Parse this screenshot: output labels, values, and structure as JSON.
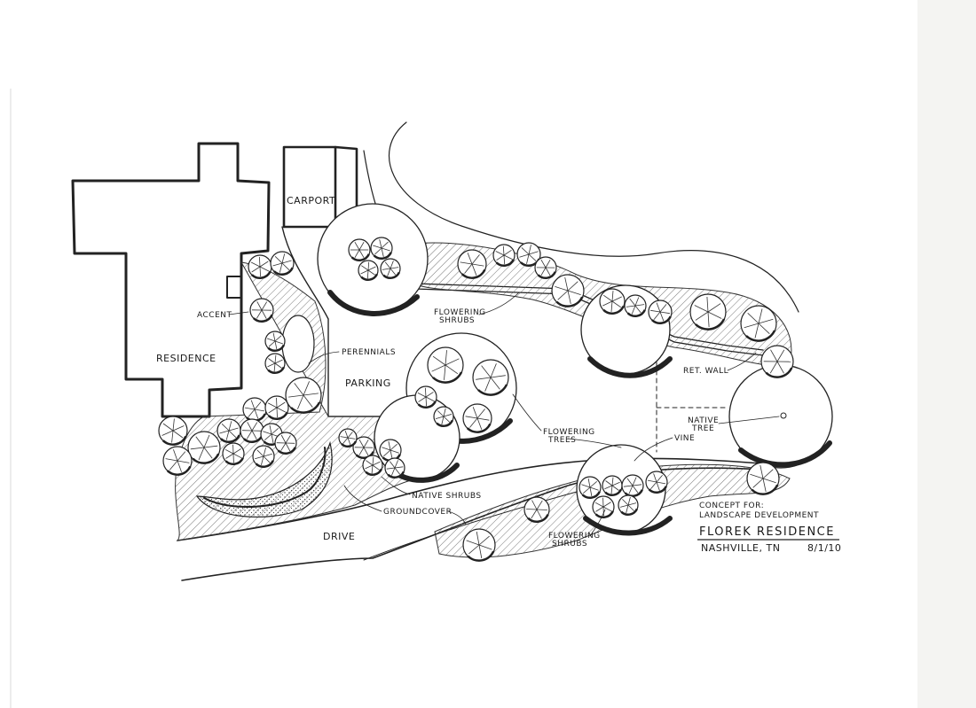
{
  "plan": {
    "labels": {
      "carport": "CARPORT",
      "residence": "RESIDENCE",
      "accent": "ACCENT",
      "perennials": "PERENNIALS",
      "parking": "PARKING",
      "flowering_shrubs_top_1": "FLOWERING",
      "flowering_shrubs_top_2": "SHRUBS",
      "ret_wall": "RET. WALL",
      "native_tree_1": "NATIVE",
      "native_tree_2": "TREE",
      "vine": "VINE",
      "flowering_trees_1": "FLOWERING",
      "flowering_trees_2": "TREES",
      "native_shrubs": "NATIVE SHRUBS",
      "groundcover": "GROUNDCOVER",
      "drive": "DRIVE",
      "flowering_shrubs_bottom_1": "FLOWERING",
      "flowering_shrubs_bottom_2": "SHRUBS"
    },
    "title_block": {
      "concept_line_1": "CONCEPT FOR:",
      "concept_line_2": "LANDSCAPE DEVELOPMENT",
      "project_name": "FLOREK RESIDENCE",
      "location": "NASHVILLE, TN",
      "date": "8/1/10"
    }
  },
  "colors": {
    "ink": "#222222",
    "shadow": "#2a2a2a",
    "paper": "#ffffff"
  }
}
